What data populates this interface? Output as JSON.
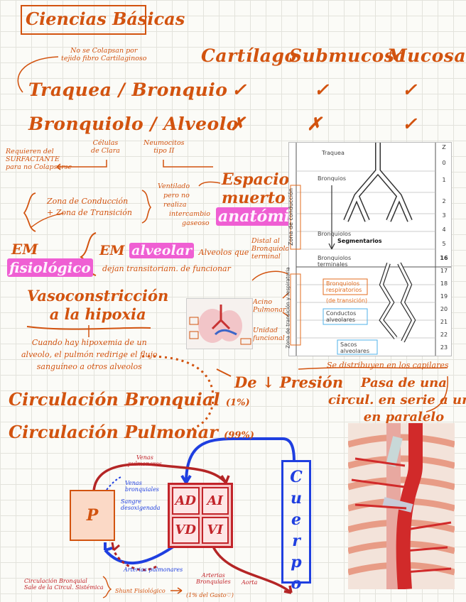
{
  "title": "Ciencias Básicas",
  "note_cartilago": [
    "No se Colapsan por",
    "tejido fibro Cartilaginoso"
  ],
  "table": {
    "headers": [
      "Cartílago",
      "Submucosa",
      "Mucosa"
    ],
    "rows": [
      {
        "label": "Traquea / Bronquio",
        "marks": [
          "✓",
          "✓",
          "✓"
        ]
      },
      {
        "label": "Bronquiolo / Alveolo",
        "marks": [
          "✗",
          "✗",
          "✓"
        ]
      }
    ]
  },
  "clara": [
    "Células",
    "de Clara"
  ],
  "neumocitos": [
    "Neumocitos",
    "tipo II"
  ],
  "surfactante": [
    "Requieren del",
    "SURFACTANTE",
    "para no Colapsarse"
  ],
  "zonas": [
    "Zona de Conducción",
    "+ Zona de Transición"
  ],
  "ventilado": [
    "Ventilado",
    "pero no",
    "realiza",
    "intercambio",
    "gaseoso"
  ],
  "espacio": [
    "Espacio",
    "muerto",
    "anatómico"
  ],
  "em": [
    "EM",
    "fisiológico"
  ],
  "em_alveolar": {
    "prefix": "EM",
    "hl": "alveolar",
    "text": "Alveolos que",
    "text2": "dejan transitoriam. de funcionar"
  },
  "distal": [
    "Distal al",
    "Bronquiolo",
    "terminal"
  ],
  "acino": [
    "Acino",
    "Pulmonar"
  ],
  "unidad": [
    "Unidad",
    "funcional"
  ],
  "vasoconstriccion": [
    "Vasoconstricción",
    "a la hipoxia"
  ],
  "hipoxemia": [
    "Cuando hay hipoxemia de un",
    "alveolo, el pulmón redirige el flujo",
    "sanguíneo a otros alveolos"
  ],
  "circ_bronquial": {
    "label": "Circulación Bronquial",
    "pct": "(1%)"
  },
  "circ_pulmonar": {
    "label": "Circulación Pulmonar",
    "pct": "(99%)"
  },
  "presion": "De ↓ Presión",
  "paralelo": [
    "Pasa de una",
    "circul. en serie a una",
    "en paralelo"
  ],
  "distribuyen": "Se distribuyen en los capilares",
  "airway_fig": {
    "labels": [
      "Traquea",
      "Bronquios",
      "Bronquiolos",
      "Bronquiolos terminales",
      "Bronquiolos respiratorios",
      "(de transición)",
      "Conductos alveolares",
      "Sacos alveolares"
    ],
    "side_top": "Zona de conducción",
    "side_bottom": "Zona de transición y respiratoria",
    "segmentarios": "Segmentarios",
    "z_head": "Z",
    "z": [
      "0",
      "1",
      "2",
      "3",
      "4",
      "5",
      "16",
      "17",
      "18",
      "19",
      "20",
      "21",
      "22",
      "23"
    ]
  },
  "diagram": {
    "p": "P",
    "heart": [
      "AD",
      "AI",
      "VD",
      "VI"
    ],
    "cuerpo": "Cuerpo",
    "venas_pulm": [
      "Venas",
      "pulmonares"
    ],
    "venas_bronq": [
      "Venas",
      "bronquiales"
    ],
    "sangre": [
      "Sangre",
      "desoxigenada"
    ],
    "arterias_pulm": "Arterias pulmonares",
    "arterias_bronq": [
      "Arterias",
      "Bronquiales"
    ],
    "aorta": "Aorta",
    "pct_gasto": "(1% del Gasto♡)",
    "shunt": "Shunt Fisiológico",
    "circ_bronq_note": [
      "Circulación Bronquial",
      "Sale de la Circul. Sistémica"
    ]
  },
  "colors": {
    "orange": "#d2530f",
    "red": "#c2242a",
    "blue": "#1f3fe0",
    "pink": "#ef5fd3"
  }
}
